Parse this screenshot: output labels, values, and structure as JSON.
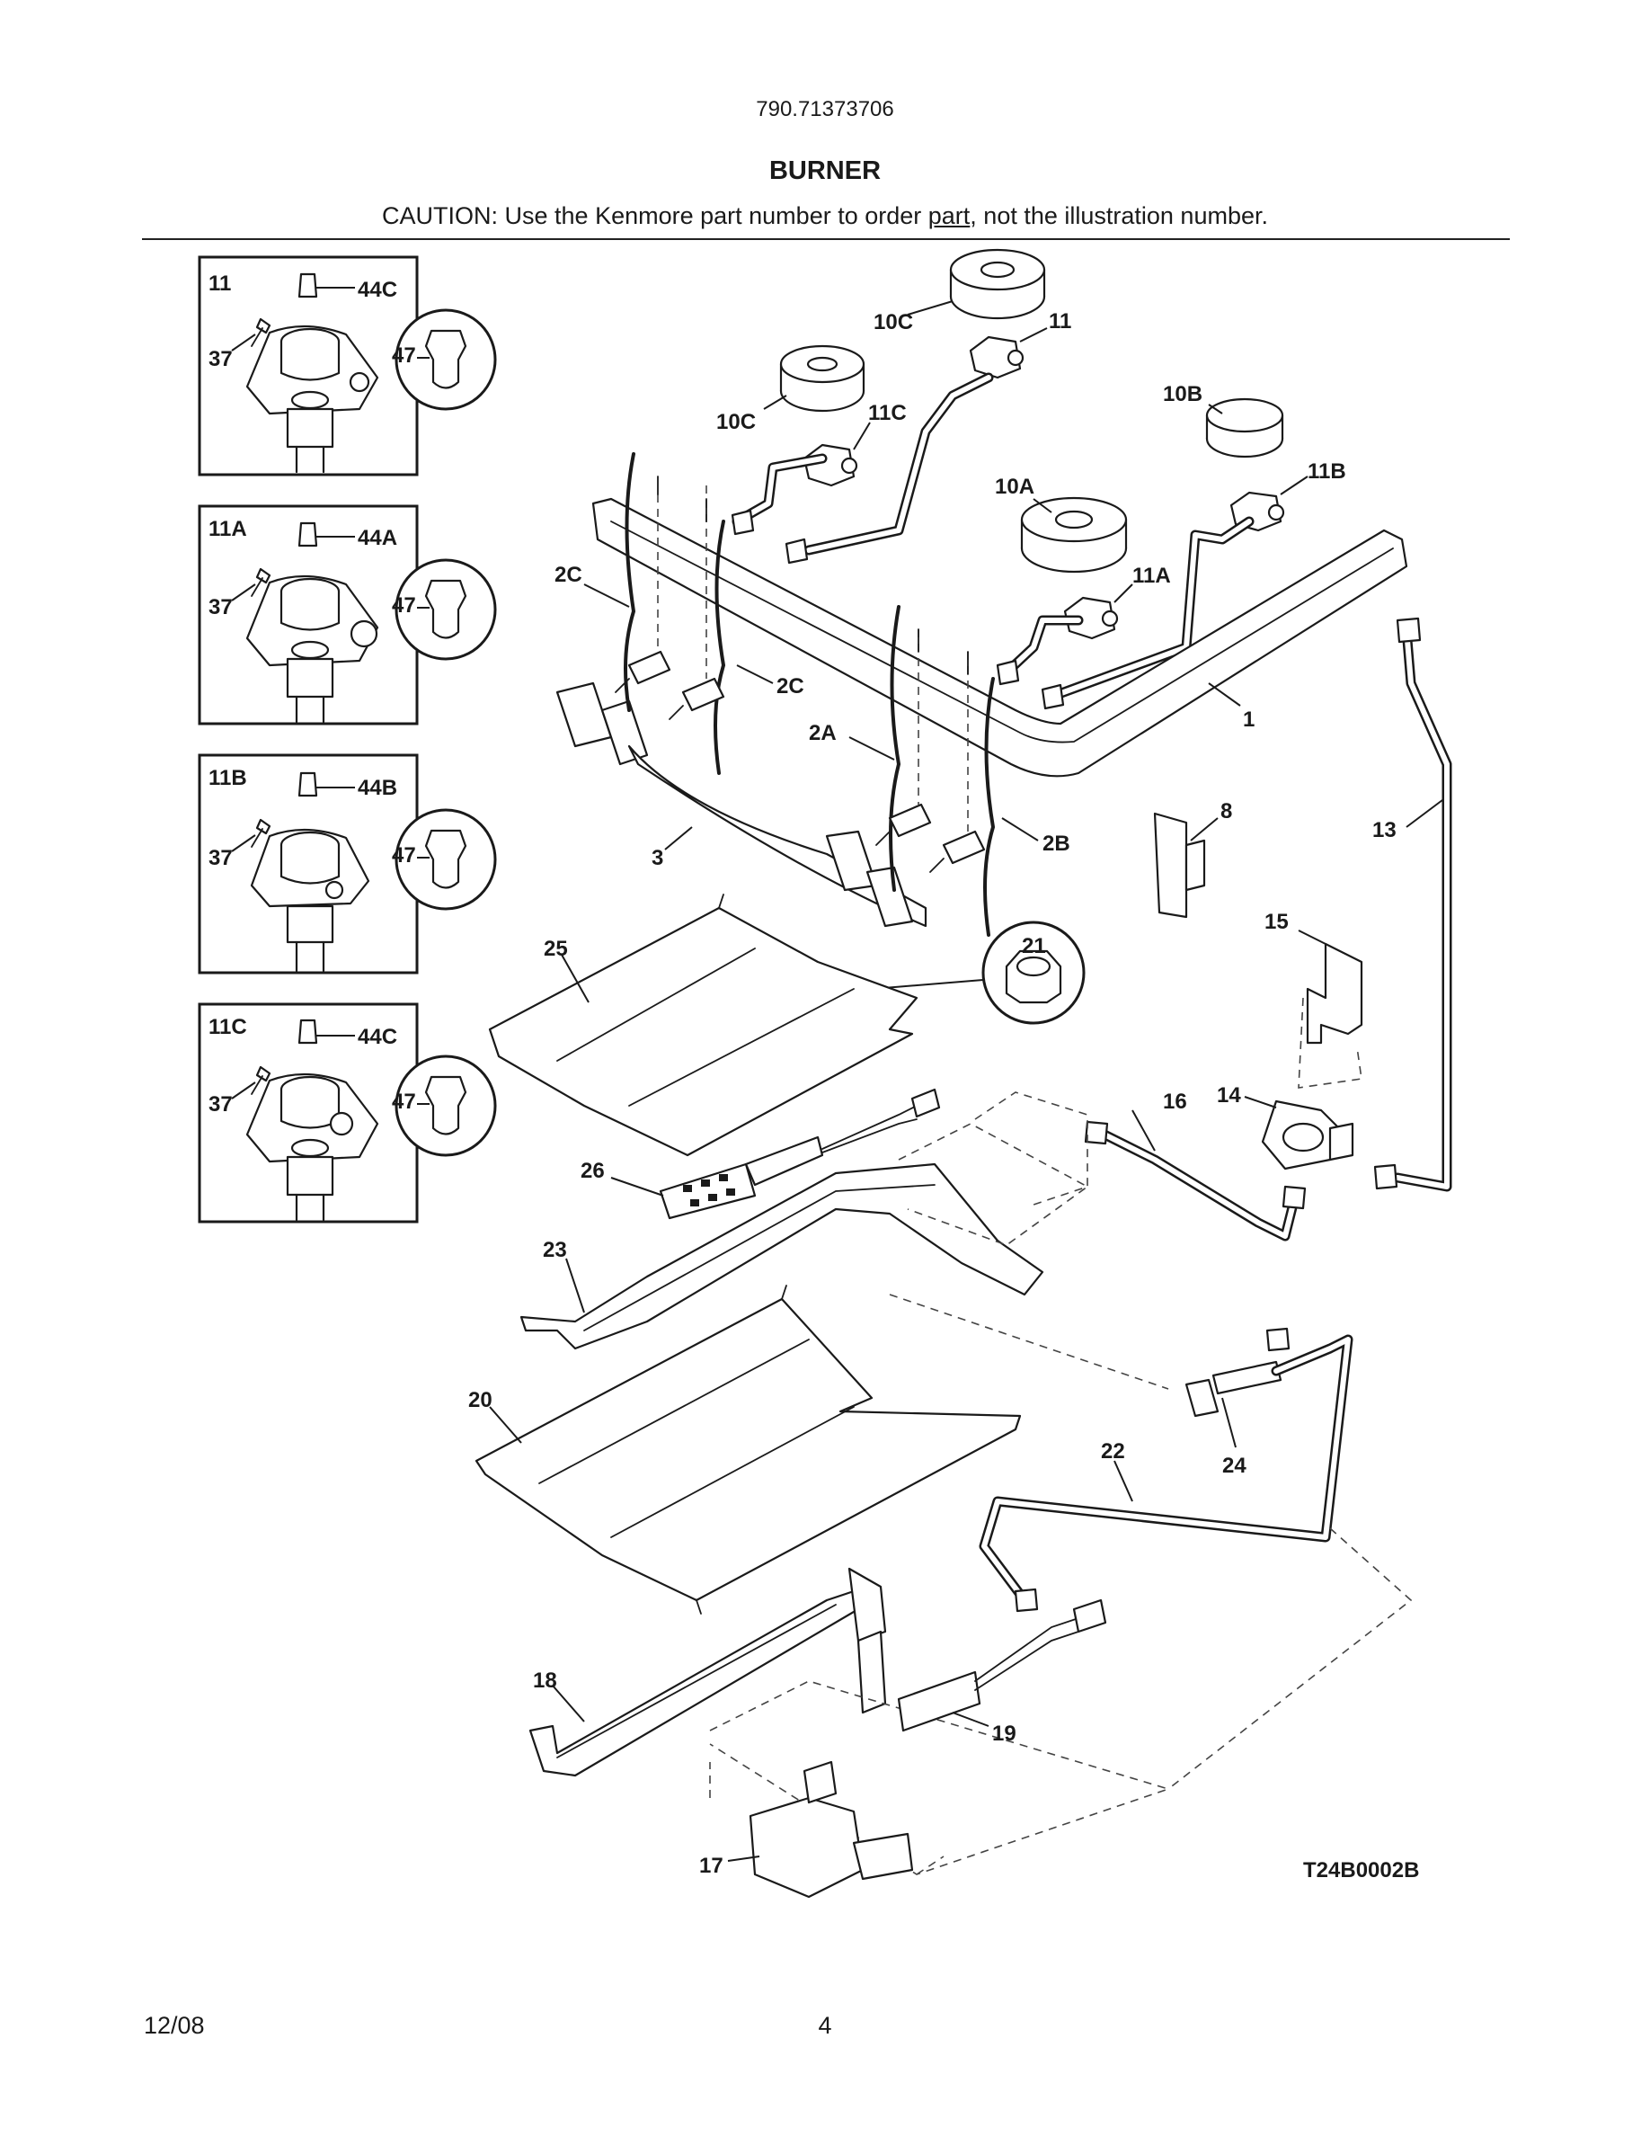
{
  "header": {
    "model_number": "790.71373706",
    "title": "BURNER",
    "caution_prefix": "CAUTION: Use the Kenmore part number to order ",
    "caution_link": "part",
    "caution_suffix": ", not the illustration number."
  },
  "inset_boxes": [
    {
      "valve": "11",
      "cap": "44C",
      "screw": "37",
      "orifice": "47"
    },
    {
      "valve": "11A",
      "cap": "44A",
      "screw": "37",
      "orifice": "47"
    },
    {
      "valve": "11B",
      "cap": "44B",
      "screw": "37",
      "orifice": "47"
    },
    {
      "valve": "11C",
      "cap": "44C",
      "screw": "37",
      "orifice": "47"
    }
  ],
  "callouts": {
    "c10c_top": "10C",
    "c11_top": "11",
    "c10c_left": "10C",
    "c11c": "11C",
    "c10b": "10B",
    "c11b": "11B",
    "c10a": "10A",
    "c11a": "11A",
    "c2c_left": "2C",
    "c2c_right": "2C",
    "c2a": "2A",
    "c2b": "2B",
    "c1": "1",
    "c3": "3",
    "c8": "8",
    "c13": "13",
    "c15": "15",
    "c21": "21",
    "c25": "25",
    "c16": "16",
    "c14": "14",
    "c26": "26",
    "c23": "23",
    "c20": "20",
    "c24": "24",
    "c22": "22",
    "c18": "18",
    "c19": "19",
    "c17": "17"
  },
  "drawing_code": "T24B0002B",
  "footer": {
    "date": "12/08",
    "page_number": "4"
  }
}
